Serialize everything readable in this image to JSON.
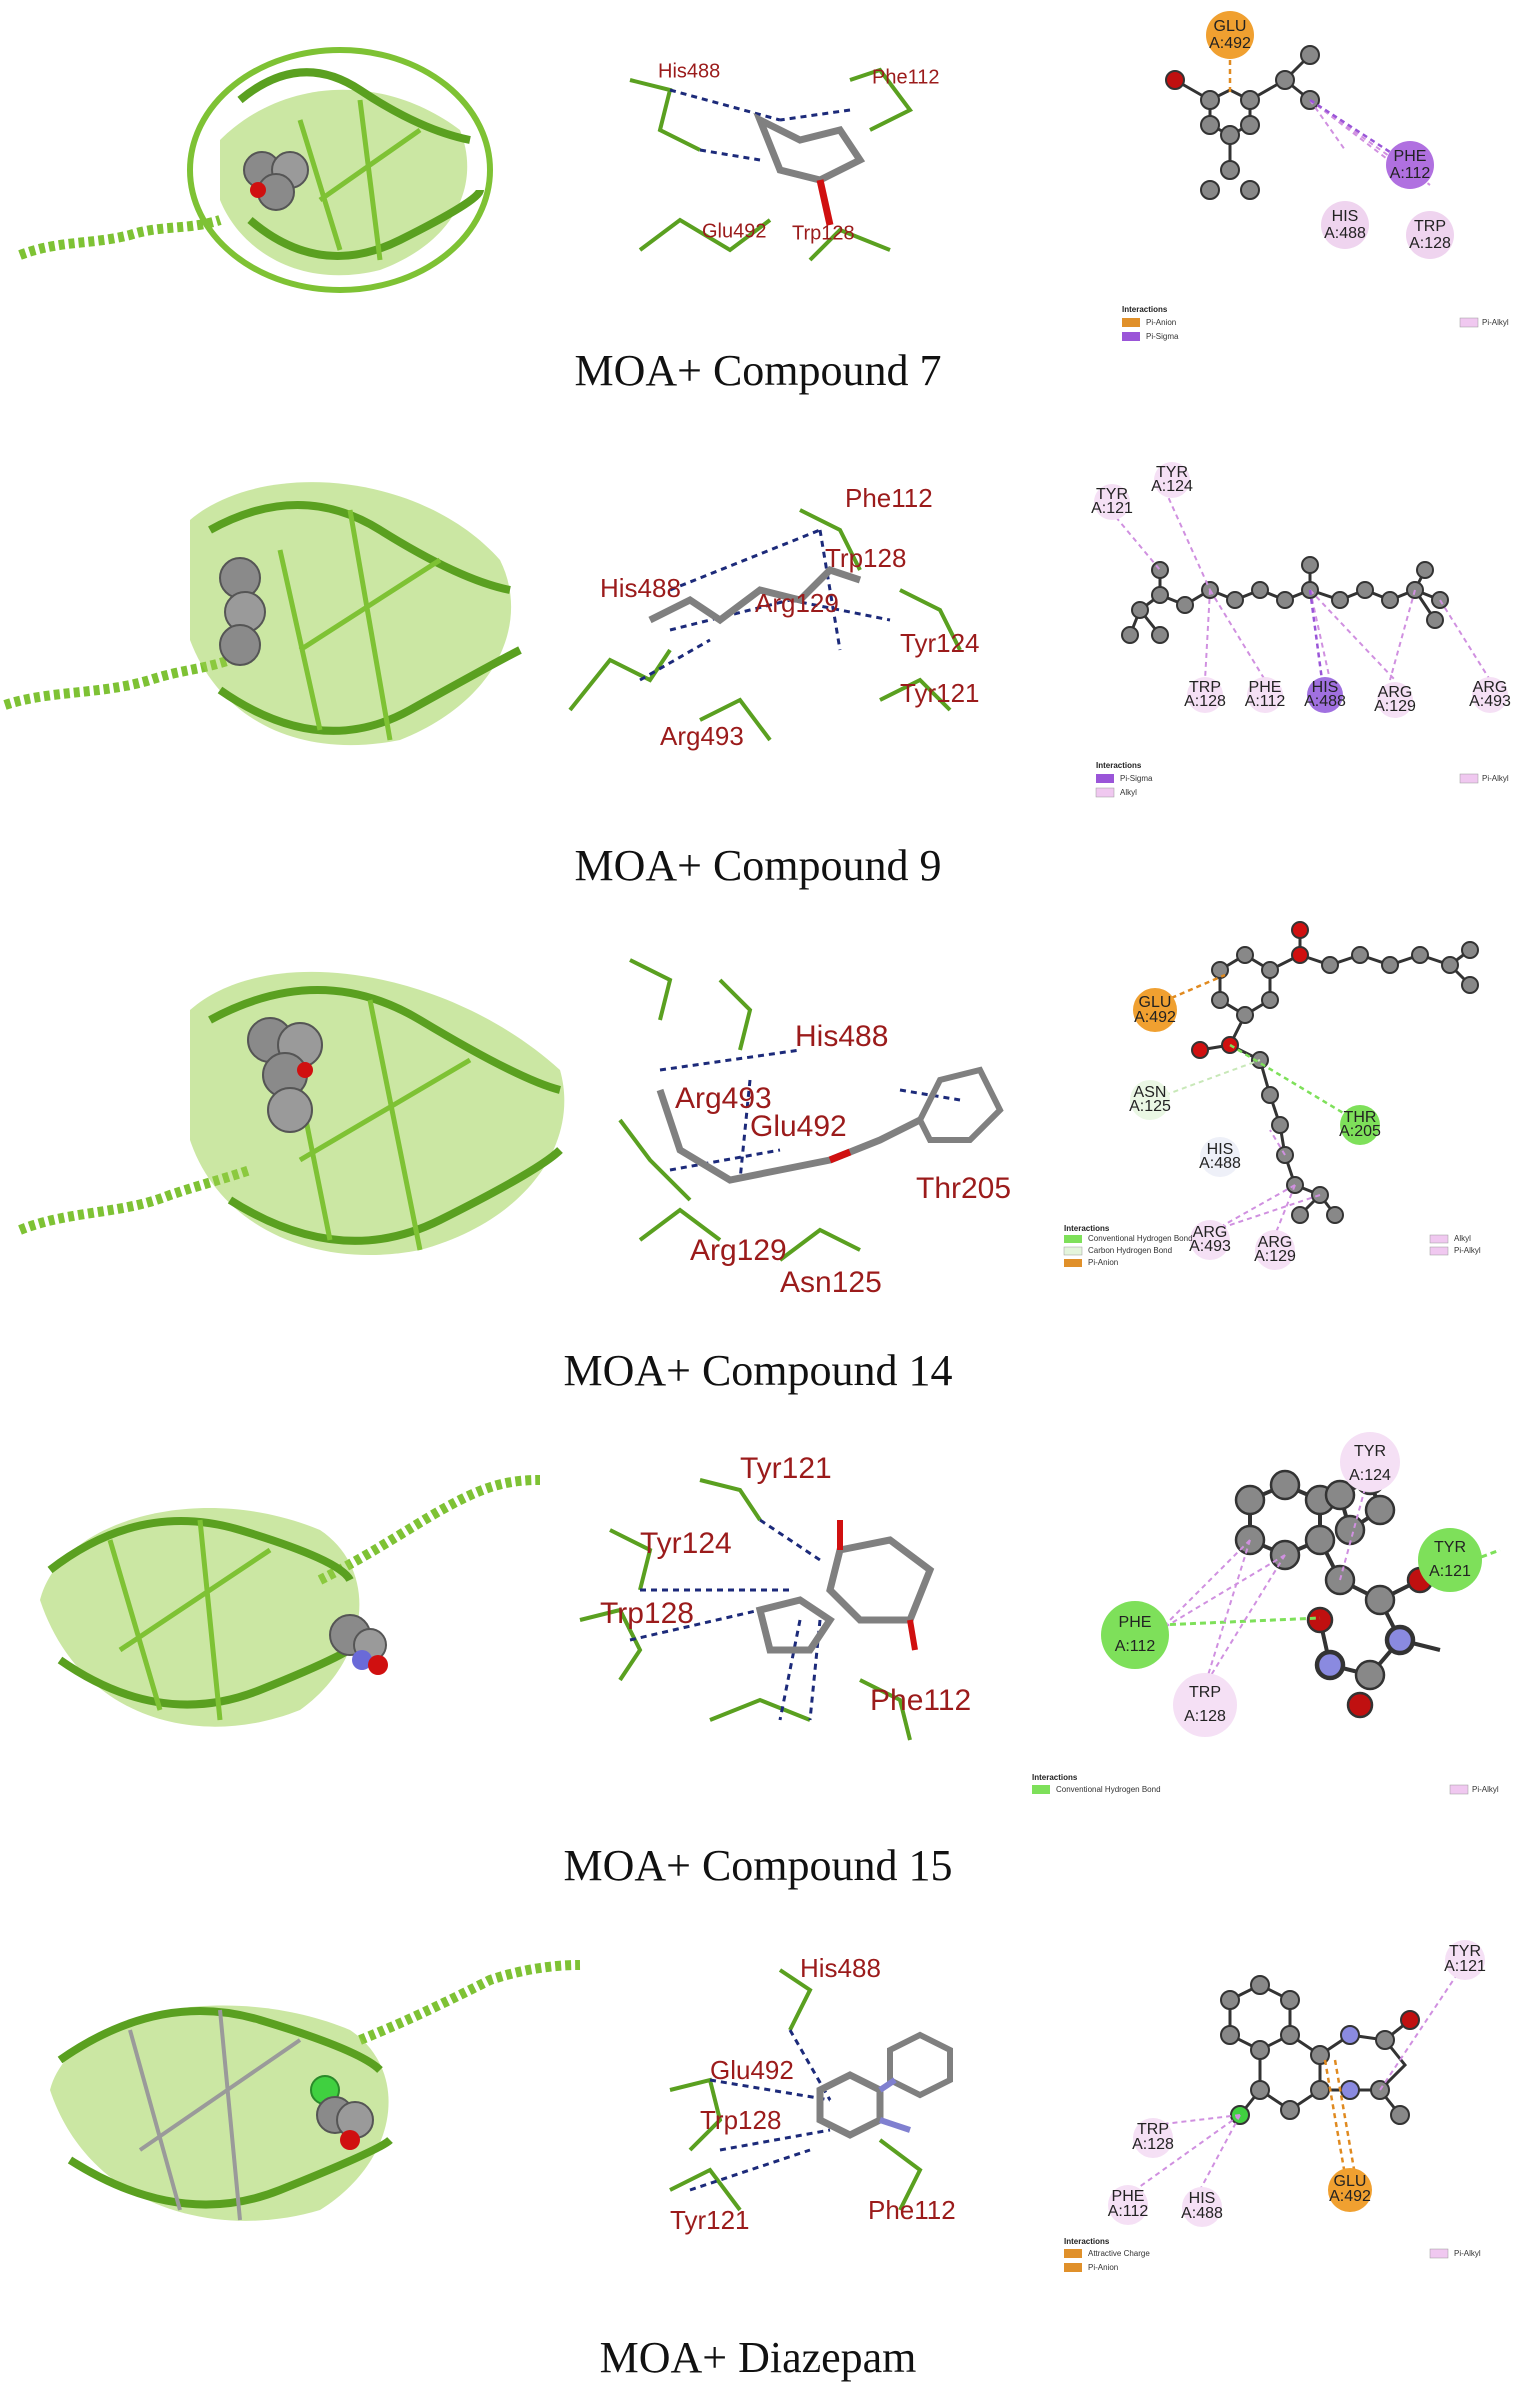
{
  "rows": [
    {
      "caption": "MOA+ Compound 7",
      "residues_3d": [
        "His488",
        "Phe112",
        "Glu492",
        "Trp128"
      ],
      "interactions_2d": [
        {
          "name": "GLU",
          "chain": "A:492",
          "color": "#f0a030"
        },
        {
          "name": "PHE",
          "chain": "A:112",
          "color": "#b070e0"
        },
        {
          "name": "HIS",
          "chain": "A:488",
          "color": "#efd4ef"
        },
        {
          "name": "TRP",
          "chain": "A:128",
          "color": "#efd4ef"
        }
      ],
      "legend": {
        "title": "Interactions",
        "items": [
          {
            "label": "Pi-Anion",
            "color": "#e0902a"
          },
          {
            "label": "Pi-Sigma",
            "color": "#9a55d8"
          },
          {
            "label": "Pi-Alkyl",
            "color": "#f0c8f0"
          }
        ]
      }
    },
    {
      "caption": "MOA+ Compound 9",
      "residues_3d": [
        "Phe112",
        "Trp128",
        "His488",
        "Arg129",
        "Tyr124",
        "Tyr121",
        "Arg493"
      ],
      "interactions_2d": [
        {
          "name": "TYR",
          "chain": "A:124",
          "color": "#f5e0f5"
        },
        {
          "name": "TYR",
          "chain": "A:121",
          "color": "#f5e0f5"
        },
        {
          "name": "TRP",
          "chain": "A:128",
          "color": "#f5e0f5"
        },
        {
          "name": "PHE",
          "chain": "A:112",
          "color": "#f5e0f5"
        },
        {
          "name": "HIS",
          "chain": "A:488",
          "color": "#a070e0"
        },
        {
          "name": "ARG",
          "chain": "A:129",
          "color": "#f5e0f5"
        },
        {
          "name": "ARG",
          "chain": "A:493",
          "color": "#f5e0f5"
        }
      ],
      "legend": {
        "title": "Interactions",
        "items": [
          {
            "label": "Pi-Sigma",
            "color": "#9a55d8"
          },
          {
            "label": "Alkyl",
            "color": "#f0c8f0"
          },
          {
            "label": "Pi-Alkyl",
            "color": "#f0c8f0"
          }
        ]
      }
    },
    {
      "caption": "MOA+ Compound 14",
      "residues_3d": [
        "His488",
        "Arg493",
        "Glu492",
        "Thr205",
        "Arg129",
        "Asn125"
      ],
      "interactions_2d": [
        {
          "name": "GLU",
          "chain": "A:492",
          "color": "#f0a030"
        },
        {
          "name": "THR",
          "chain": "A:205",
          "color": "#7ee05a"
        },
        {
          "name": "ASN",
          "chain": "A:125",
          "color": "#eaf7e4"
        },
        {
          "name": "HIS",
          "chain": "A:488",
          "color": "#eef0f8"
        },
        {
          "name": "ARG",
          "chain": "A:493",
          "color": "#f5e0f5"
        },
        {
          "name": "ARG",
          "chain": "A:129",
          "color": "#f5e0f5"
        }
      ],
      "legend": {
        "title": "Interactions",
        "items": [
          {
            "label": "Conventional Hydrogen Bond",
            "color": "#7ee05a"
          },
          {
            "label": "Carbon Hydrogen Bond",
            "color": "#e4f5dc"
          },
          {
            "label": "Pi-Anion",
            "color": "#e0902a"
          },
          {
            "label": "Alkyl",
            "color": "#f0c8f0"
          },
          {
            "label": "Pi-Alkyl",
            "color": "#f0c8f0"
          }
        ]
      }
    },
    {
      "caption": "MOA+ Compound 15",
      "residues_3d": [
        "Tyr121",
        "Tyr124",
        "Trp128",
        "Phe112"
      ],
      "interactions_2d": [
        {
          "name": "TYR",
          "chain": "A:124",
          "color": "#f5e0f5"
        },
        {
          "name": "TYR",
          "chain": "A:121",
          "color": "#7ee05a"
        },
        {
          "name": "PHE",
          "chain": "A:112",
          "color": "#7ee05a"
        },
        {
          "name": "TRP",
          "chain": "A:128",
          "color": "#f5e0f5"
        }
      ],
      "legend": {
        "title": "Interactions",
        "items": [
          {
            "label": "Conventional Hydrogen Bond",
            "color": "#7ee05a"
          },
          {
            "label": "Pi-Alkyl",
            "color": "#f0c8f0"
          }
        ]
      }
    },
    {
      "caption": "MOA+ Diazepam",
      "residues_3d": [
        "His488",
        "Glu492",
        "Trp128",
        "Tyr121",
        "Phe112"
      ],
      "interactions_2d": [
        {
          "name": "TYR",
          "chain": "A:121",
          "color": "#f5e0f5"
        },
        {
          "name": "TRP",
          "chain": "A:128",
          "color": "#f5e0f5"
        },
        {
          "name": "PHE",
          "chain": "A:112",
          "color": "#f5e0f5"
        },
        {
          "name": "HIS",
          "chain": "A:488",
          "color": "#f5e0f5"
        },
        {
          "name": "GLU",
          "chain": "A:492",
          "color": "#f0a030"
        }
      ],
      "legend": {
        "title": "Interactions",
        "items": [
          {
            "label": "Attractive Charge",
            "color": "#e0902a"
          },
          {
            "label": "Pi-Anion",
            "color": "#e0902a"
          },
          {
            "label": "Pi-Alkyl",
            "color": "#f0c8f0"
          }
        ]
      }
    }
  ],
  "colors": {
    "protein": "#7ec234",
    "protein_dark": "#4a8a1a",
    "ligand_grey": "#808080",
    "oxygen": "#d01010",
    "nitrogen": "#6a6ad8",
    "residue_label": "#9b1b1b",
    "interaction_line": "#1c2a7a"
  }
}
